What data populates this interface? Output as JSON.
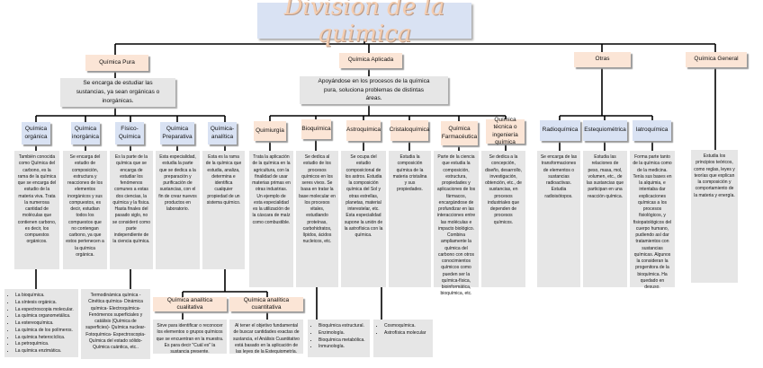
{
  "title": "Division de la quimica",
  "colors": {
    "title_bg": "#d9e2f3",
    "title_text": "#f4cdb0",
    "peach": "#fbe5d6",
    "blue": "#d9e2f3",
    "gray": "#e6e6e6",
    "line": "#000000"
  },
  "pura": {
    "label": "Química Pura",
    "desc": "Se encarga de estudiar las sustancias, ya sean orgánicas o inorgánicas.",
    "branches": [
      {
        "label": "Química orgánica",
        "text": "También conocida como Química del carbono, es la rama de la química que se encarga del estudio de la materia viva. Trata la numerosa cantidad de moléculas que contienen carbono, es decir, los compuestos orgánicos."
      },
      {
        "label": "Química inorgánica",
        "text": "Se encarga del estudio de composición, estructura y reacciones de los elementos inorgánicos y sus compuestos, es decir, estudian todos los compuestos que no contengan carbono, ya que estos pertenecen a la química orgánica."
      },
      {
        "label": "Físico-Química",
        "text": "Es la parte de la química que se encarga de estudiar los fenómenos comunes a estas dos ciencias, la química y la física. Hasta finales del pasado siglo, no se consideró como parte independiente de la ciencia química."
      },
      {
        "label": "Química Preparativa",
        "text": "Esta especialidad, estudia la parte que se dedica a la preparación y purificación de sustancias, con el fin de crear nuevos productos en laboratorio."
      },
      {
        "label": "Química-analítica",
        "text": "Esta es la rama de la química que estudia, analiza, determina e identifica cualquier propiedad de un sistema químico."
      }
    ],
    "organica_list": [
      "La bioquímica.",
      "La síntesis orgánica.",
      "La espectroscopia molecular.",
      "La química organometálica.",
      "La estereoquímica.",
      "La química de los polímeros.",
      "La química heterocíclica.",
      "La petroquímica.",
      "La química enzimática."
    ],
    "fisico_list": "Termodinámica química - Cinética química- Dinámica química- Electroquímica- Fenómenos superficiales y catálisis (Química de superficies)- Química nuclear- Fotoquímica- Espectroscopia- Química del estado sólido- Química cuántica, etc..",
    "analitica_sub": [
      {
        "label": "Química analítica cualitativa",
        "text": "Sirve para identificar o reconocer los elementos o grupos químicos que se encuentran en la muestra. Es para decir \"Cuál es\" la sustancia presente."
      },
      {
        "label": "Química analítica cuantitativa",
        "text": "Al tener el objetivo fundamental de buscar cantidades exactas de sustancia, el Análisis Cuantitativo está basado en la aplicación de las leyes de la Estequiometría."
      }
    ]
  },
  "aplicada": {
    "label": "Química Aplicada",
    "desc": "Apoyándose en los procesos de la química pura, soluciona problemas de distintas áreas.",
    "branches": [
      {
        "label": "Quimiurgía",
        "text": "Trata la aplicación de la química en la agricultura, con la finalidad de usar materias primas en otras industrias. Un ejemplo de esta especialidad es la utilización de la cáscara de maíz como combustible."
      },
      {
        "label": "Bioquímica",
        "text": "Se dedica al estudio de los procesos químicos en los seres vivos. Se basa en tratar la base molecular en los procesos vitales, estudiando proteínas, carbohidratos, lípidos, ácidos nucleicos, etc."
      },
      {
        "label": "Astroquímica",
        "text": "Se ocupa del estudio composicional de los astros. Estudia la composición química del Sol y otras estrellas, planetas, material interestelar, etc. Esta especialidad supone la unión de la astrofísica con la química."
      },
      {
        "label": "Cristaloquímica",
        "text": "Estudia la composición química de la materia cristalina y sus propiedades."
      },
      {
        "label": "Química Farmacéutica",
        "text": "Parte de la ciencia que estudia la composición, estructura, propiedades y aplicaciones de los fármacos, encargándose de profundizar en las interacciones entre las moléculas e impacto biológico. Combina ampliamente la química del carbono con otros conocimientos químicos como pueden ser la química-física, bioinformática, bioquímica, etc."
      },
      {
        "label": "Química técnica o ingeniería química",
        "text": "Se dedica a la concepción, diseño, desarrollo, investigación, obtención, etc., de sustancias, en procesos industriales que dependen de procesos químicos."
      }
    ],
    "bioquimica_list": [
      "Bioquímica estructural.",
      "Enzimología.",
      "Bioquímica metabólica.",
      "Inmunología."
    ],
    "astroquimica_list": [
      "Cosmoquímica.",
      "Astrofísica molecular"
    ]
  },
  "otras": {
    "label": "Otras",
    "branches": [
      {
        "label": "Radioquímica",
        "text": "Se encarga de las transformaciones de elementos o sustancias radioactivas. Estudia radioisótopos."
      },
      {
        "label": "Estequiométrica",
        "text": "Estudia las relaciones de peso, masa, mol, volumen, etc., de las sustancias que participan en una reacción química."
      },
      {
        "label": "Iatroquímica",
        "text": "Forma parte tanto de la química como de la medicina. Tenía sus bases en la alquimia, e intentaba dar explicaciones químicas a los procesos fisiológicos, y fisiopatológicos del cuerpo humano, pudiendo así dar tratamientos con sustancias químicas. Algunos la consideran la progenitora de la bioquímica. Ha quedado en desuso."
      }
    ]
  },
  "general": {
    "label": "Química General",
    "text": "Estudia los principios teóricos, como reglas, leyes y teorías que explican la composición y comportamiento de la materia y energía."
  }
}
